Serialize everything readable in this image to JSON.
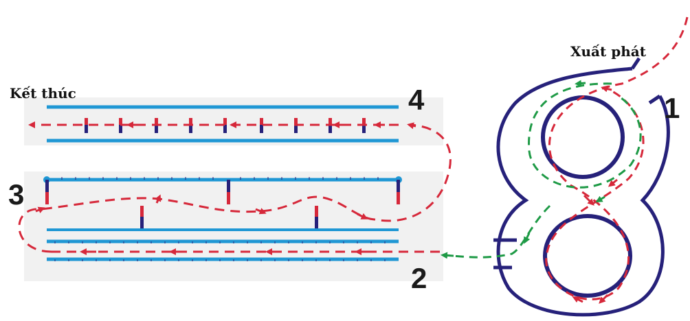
{
  "labels": {
    "start": "Xuất phát",
    "finish": "Kết thúc",
    "n1": "1",
    "n2": "2",
    "n3": "3",
    "n4": "4"
  },
  "colors": {
    "track": "#1f97d4",
    "figure8": "#26217a",
    "red_path": "#d6283a",
    "green_path": "#1e9a46",
    "post_top": "#d6283a",
    "post_bottom": "#26217a",
    "band": "#eeeeee"
  }
}
